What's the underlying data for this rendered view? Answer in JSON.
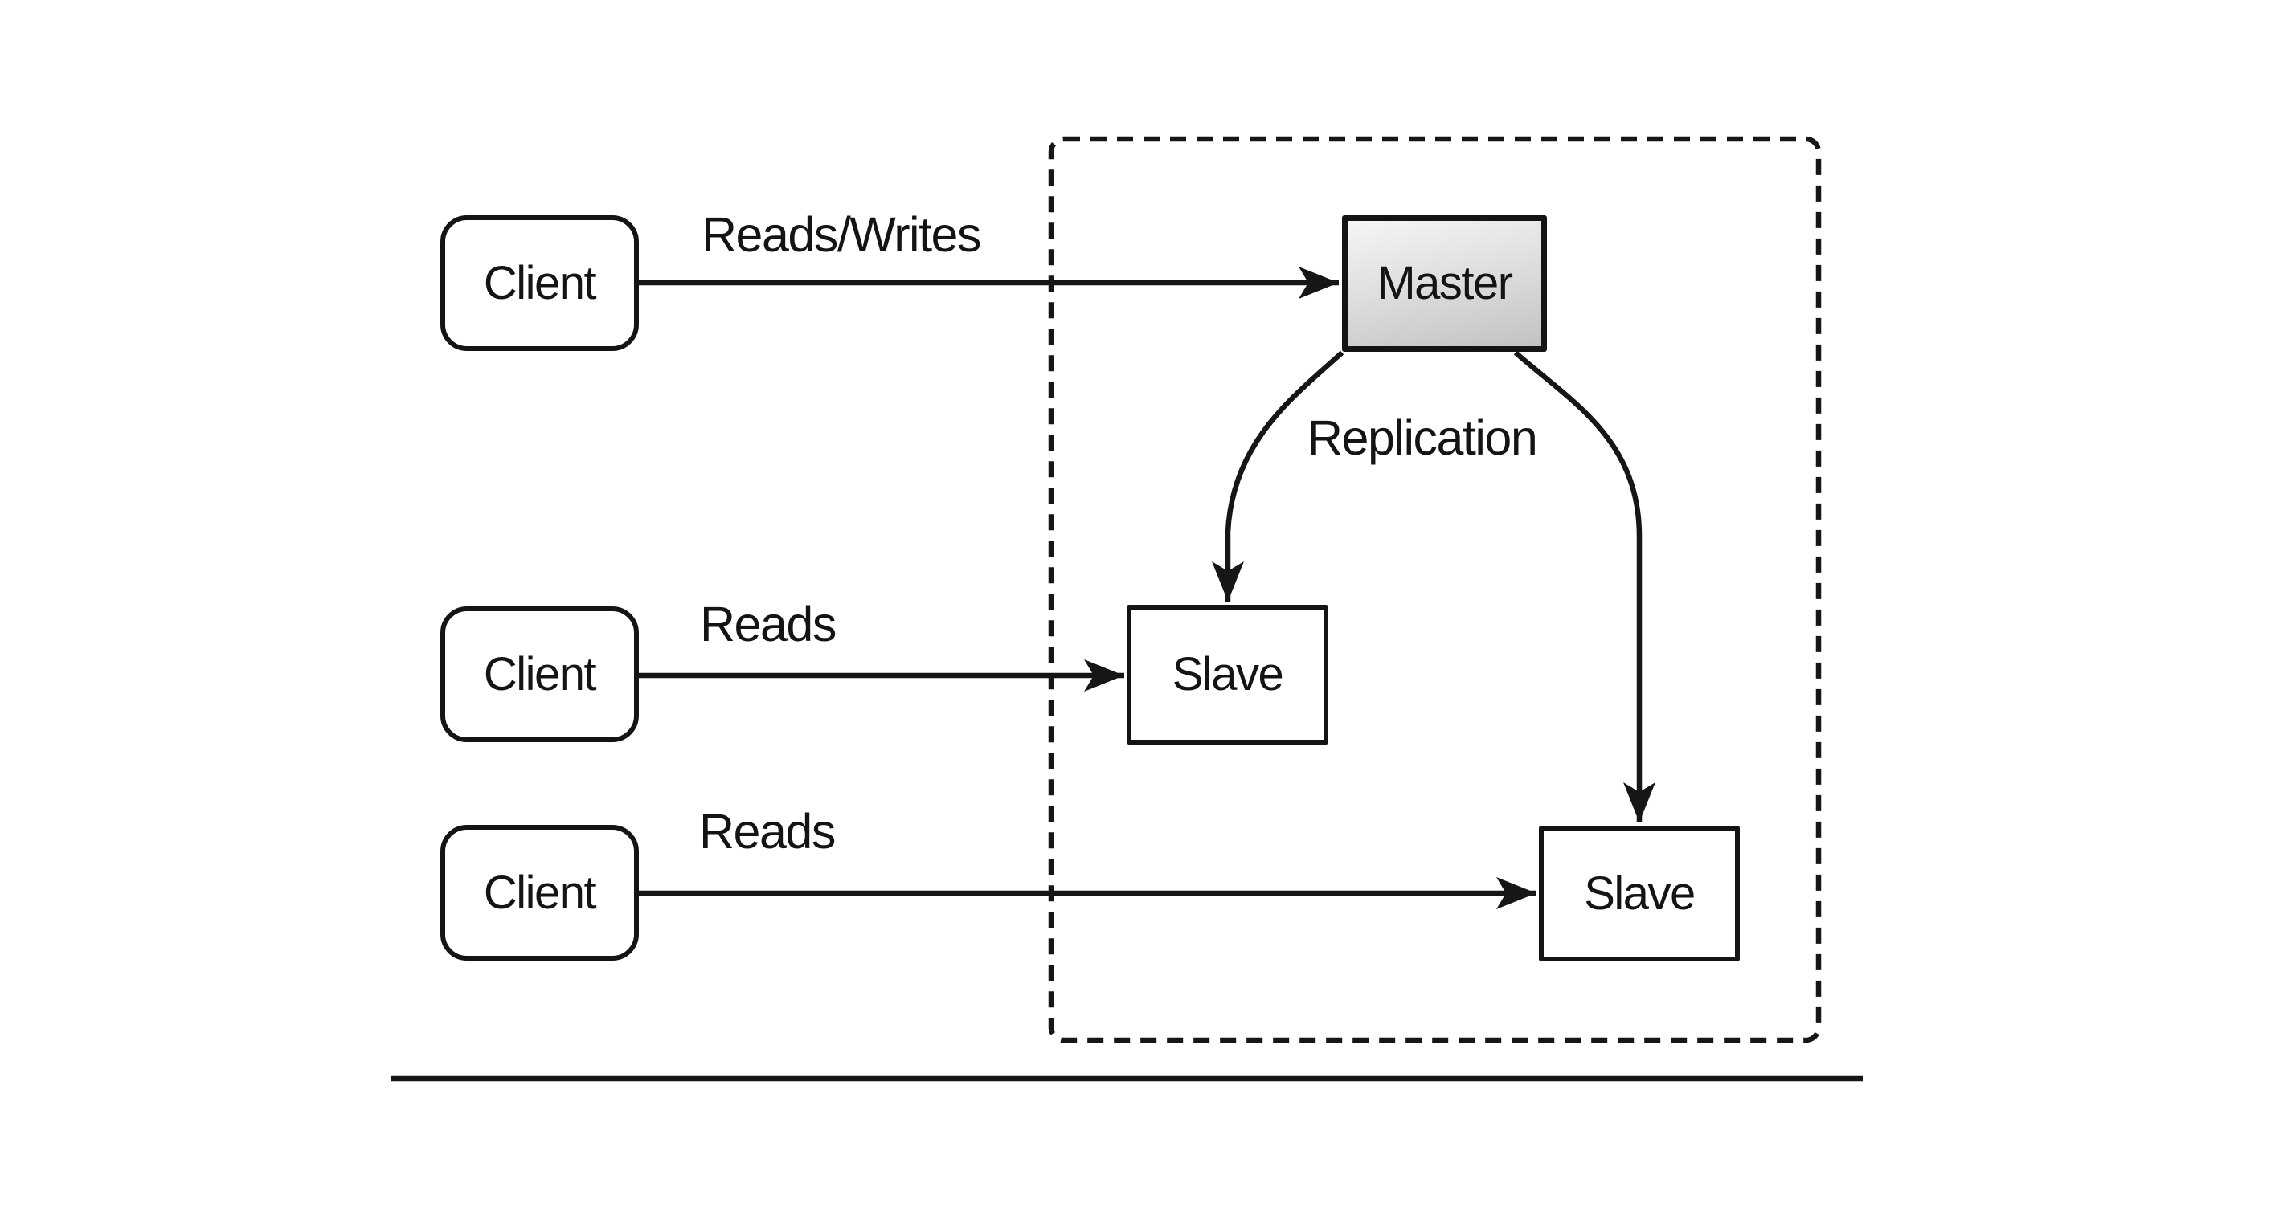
{
  "diagram": {
    "nodes": {
      "client1": {
        "label": "Client"
      },
      "client2": {
        "label": "Client"
      },
      "client3": {
        "label": "Client"
      },
      "master": {
        "label": "Master"
      },
      "slave1": {
        "label": "Slave"
      },
      "slave2": {
        "label": "Slave"
      }
    },
    "edge_labels": {
      "reads_writes": "Reads/Writes",
      "reads_middle": "Reads",
      "reads_bottom": "Reads",
      "replication": "Replication"
    }
  },
  "colors": {
    "background": "#ffffff",
    "line": "#161616",
    "node_border": "#141414",
    "node_fill": "#ffffff",
    "master_top": "#f5f5f5",
    "master_mid": "#dedede",
    "master_bottom": "#c2c2c2",
    "text": "#141414"
  }
}
